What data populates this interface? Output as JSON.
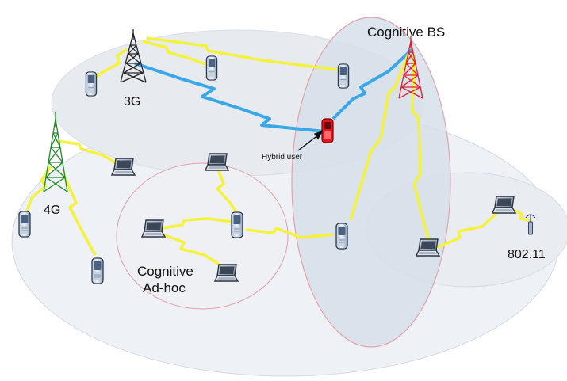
{
  "labels": {
    "cognitive_bs": "Cognitive BS",
    "g3": "3G",
    "g4": "4G",
    "hybrid_user": "Hybrid user",
    "adhoc_line1": "Cognitive",
    "adhoc_line2": "Ad-hoc",
    "wifi": "802.11"
  },
  "colors": {
    "link_yellow": "#f4f23a",
    "link_blue": "#3aa8e6",
    "tower_3g": "#222222",
    "tower_4g": "#1f8a2a",
    "tower_cbs": "#e0202a",
    "hybrid_device": "#e8141c",
    "region_fill": "#e8edf3"
  }
}
